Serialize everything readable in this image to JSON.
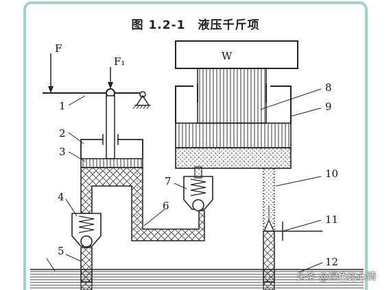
{
  "diagram": {
    "title": "图 1.2-1　液压千斤项",
    "load_label": "W",
    "force_label": "F",
    "force1_label": "F₁",
    "callouts": [
      "1",
      "2",
      "3",
      "4",
      "5",
      "6",
      "7",
      "8",
      "9",
      "10",
      "11",
      "12"
    ]
  },
  "watermark": {
    "text": "头条 @绿色比心情"
  },
  "colors": {
    "frame": "#9fd3cc",
    "line": "#222222",
    "fluid_hatch": "#555555",
    "background": "#ffffff"
  }
}
